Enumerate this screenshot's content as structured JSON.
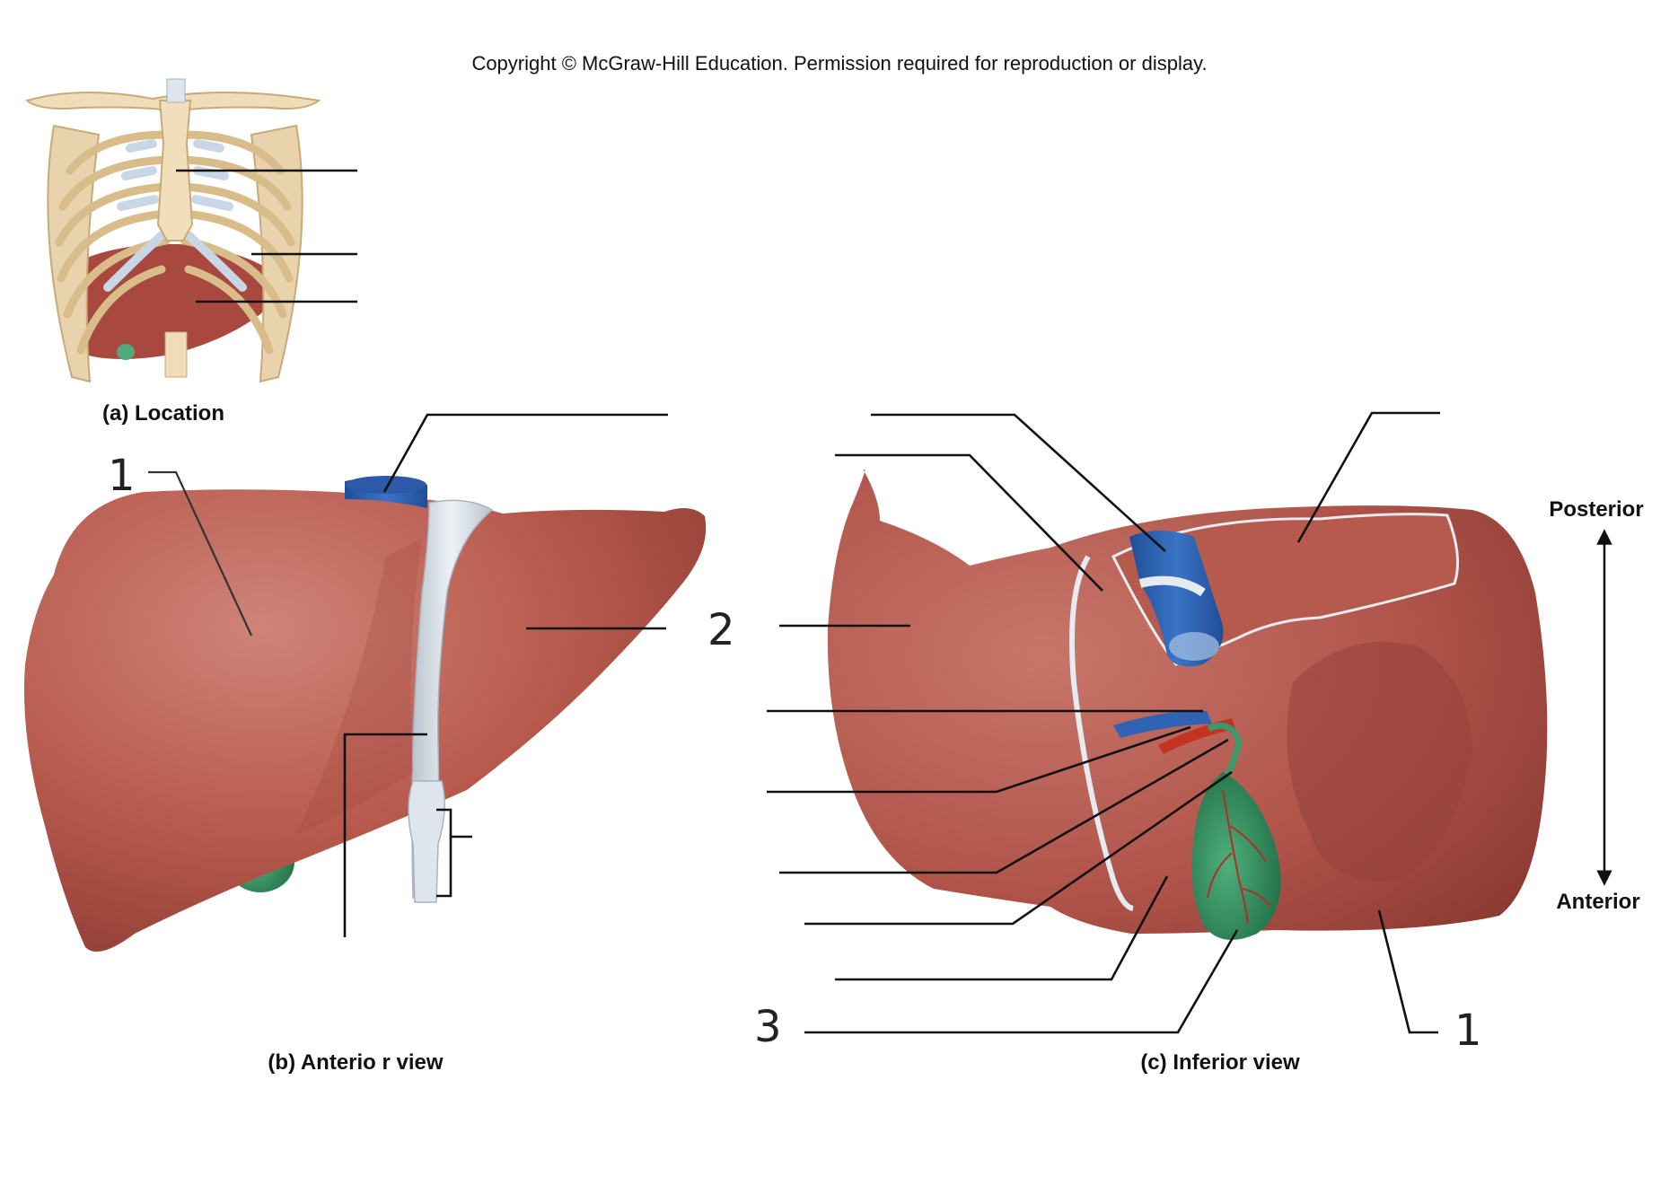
{
  "copyright": "Copyright © McGraw-Hill Education. Permission required for reproduction or display.",
  "captions": {
    "location": "(a) Location",
    "anterior_view": "(b) Anterio r view",
    "inferior_view": "(c) Inferior view"
  },
  "orientation": {
    "top": "Posterior",
    "bottom": "Anterior"
  },
  "handwritten_labels": {
    "anterior_right_lobe": "1",
    "left_lobe": "2",
    "gallbladder": "3",
    "inferior_right_lobe": "1"
  },
  "colors": {
    "liver": "#b5564a",
    "liver_light": "#c9776b",
    "liver_dark": "#8f3d34",
    "vein_blue": "#2f63b3",
    "ligament": "#dde3ea",
    "gallbladder_green": "#3c9a6a",
    "artery_red": "#c43222",
    "bone": "#eedcba",
    "cartilage": "#c8d6e6"
  }
}
